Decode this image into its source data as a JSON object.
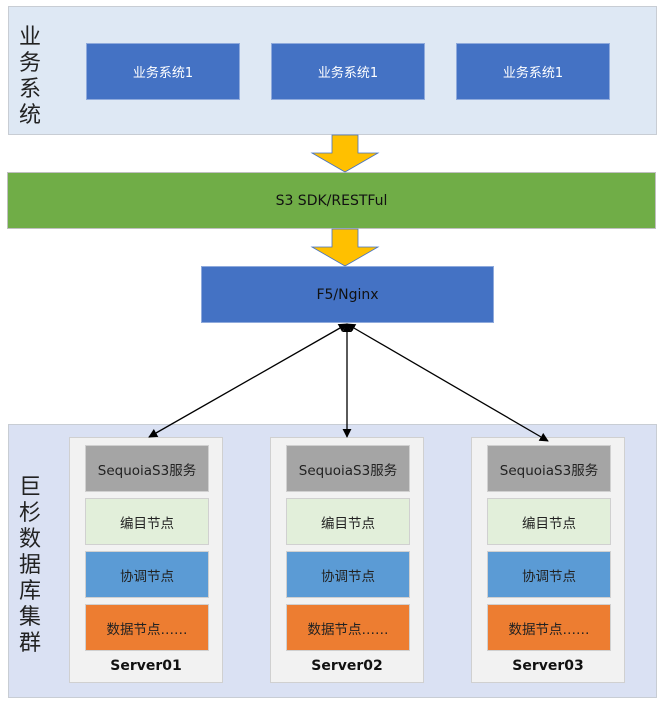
{
  "top_section": {
    "label": "业务系统",
    "systems": [
      "业务系统1",
      "业务系统1",
      "业务系统1"
    ]
  },
  "interface_layer": {
    "label": "S3 SDK/RESTFul"
  },
  "load_balancer": {
    "label": "F5/Nginx"
  },
  "cluster_section": {
    "label": "巨杉数据库集群",
    "servers": [
      {
        "name": "Server01",
        "layers": [
          "SequoiaS3服务",
          "编目节点",
          "协调节点",
          "数据节点……"
        ]
      },
      {
        "name": "Server02",
        "layers": [
          "SequoiaS3服务",
          "编目节点",
          "协调节点",
          "数据节点……"
        ]
      },
      {
        "name": "Server03",
        "layers": [
          "SequoiaS3服务",
          "编目节点",
          "协调节点",
          "数据节点……"
        ]
      }
    ]
  },
  "colors": {
    "top_panel": "#dee8f4",
    "business_box": "#4472c4",
    "interface_band": "#70ad47",
    "flow_arrow": "#ffc000",
    "cluster_panel": "#dae1f3",
    "server_box": "#f2f2f2",
    "s3_service": "#a5a5a5",
    "catalog_node": "#e2efda",
    "coord_node": "#5b9bd5",
    "data_node": "#ed7d31"
  }
}
